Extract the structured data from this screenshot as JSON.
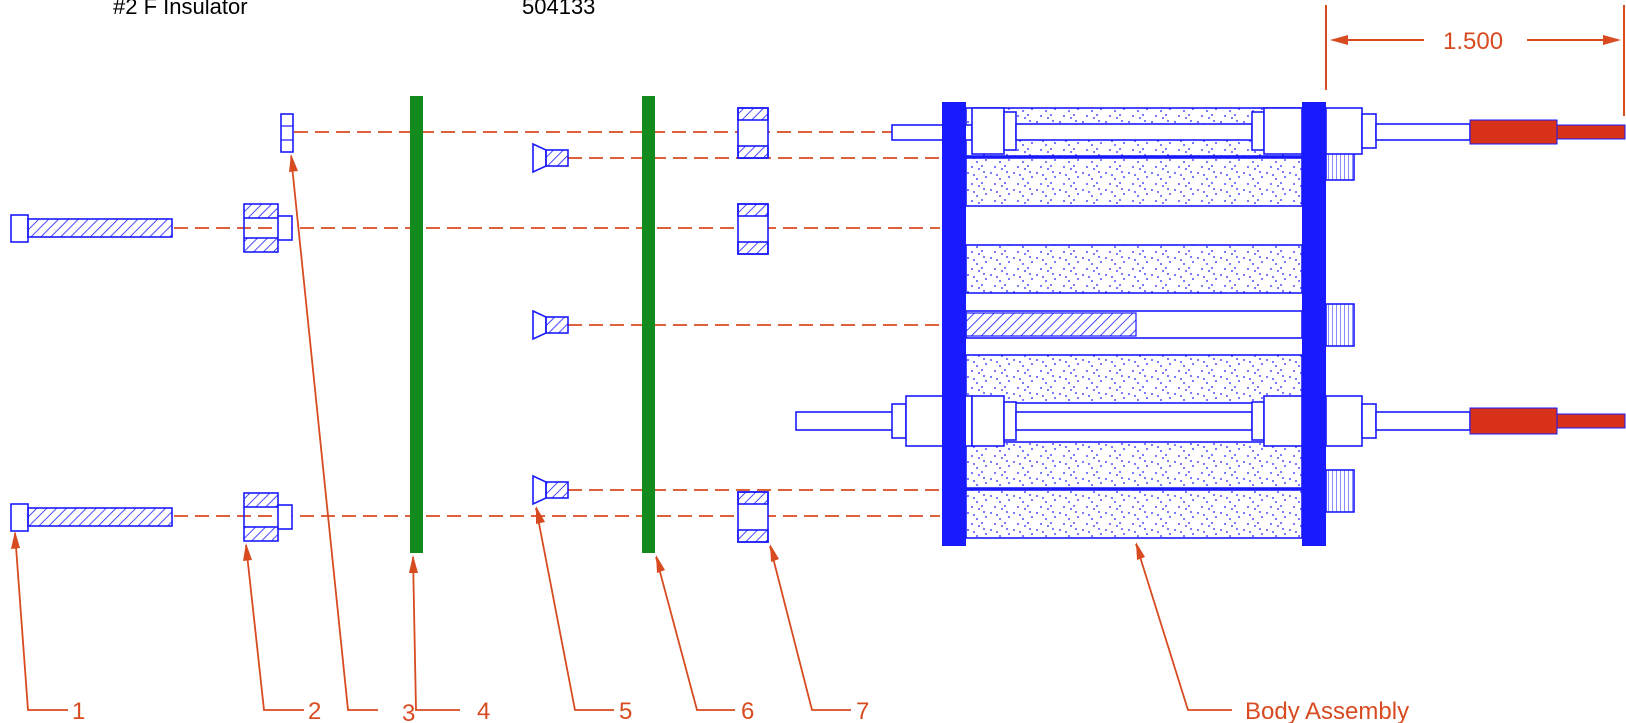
{
  "header": {
    "part_name": "#2 F Insulator",
    "part_number": "504133"
  },
  "dimension": {
    "value": "1.500"
  },
  "callouts": [
    {
      "label": "1"
    },
    {
      "label": "2"
    },
    {
      "label": "3"
    },
    {
      "label": "4"
    },
    {
      "label": "5"
    },
    {
      "label": "6"
    },
    {
      "label": "7"
    },
    {
      "label": "Body Assembly"
    }
  ],
  "colors": {
    "part_blue": "#1a1aff",
    "leader_orange": "#d84b20",
    "plate_green": "#138a1c",
    "terminal_red": "#d8321a"
  }
}
